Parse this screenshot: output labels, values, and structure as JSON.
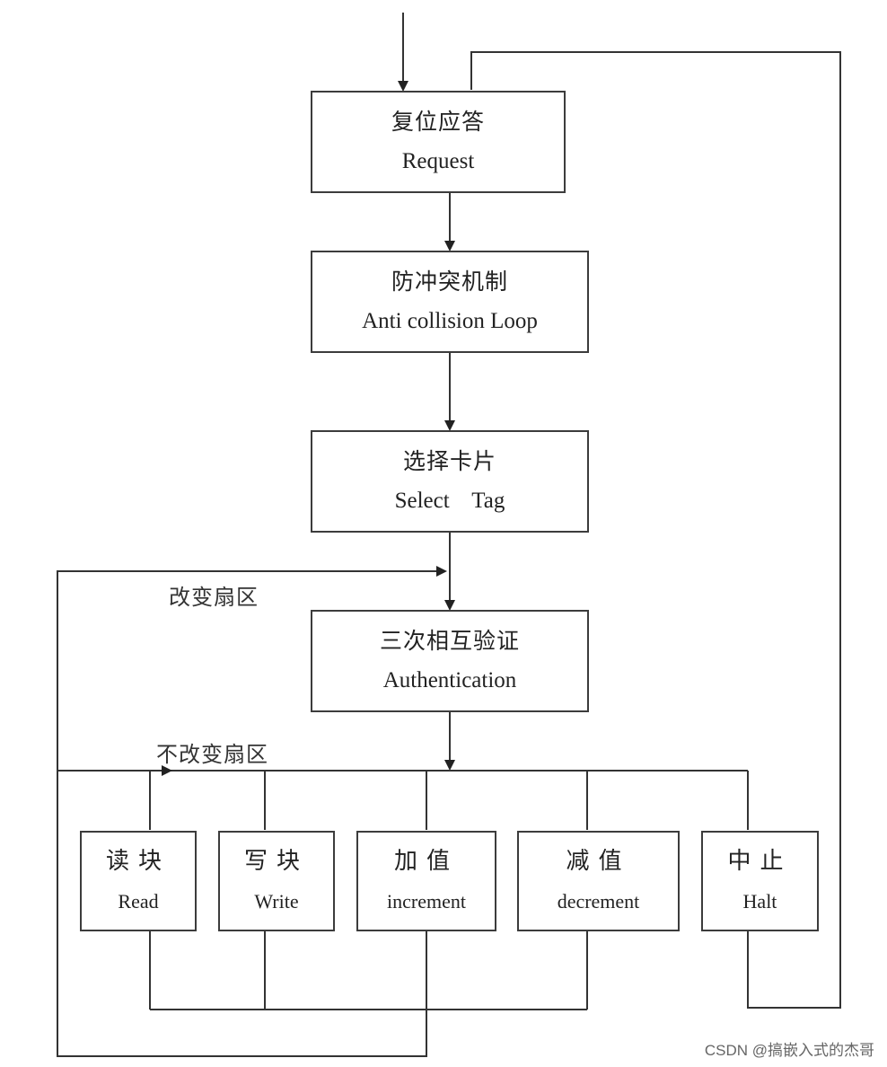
{
  "steps": {
    "request": {
      "cn": "复位应答",
      "en": "Request"
    },
    "anticollision": {
      "cn": "防冲突机制",
      "en": "Anti collision Loop"
    },
    "select": {
      "cn": "选择卡片",
      "en": "Select    Tag"
    },
    "auth": {
      "cn": "三次相互验证",
      "en": "Authentication"
    }
  },
  "operations": [
    {
      "cn": "读块",
      "en": "Read"
    },
    {
      "cn": "写块",
      "en": "Write"
    },
    {
      "cn": "加值",
      "en": "increment"
    },
    {
      "cn": "减值",
      "en": "decrement"
    },
    {
      "cn": "中止",
      "en": "Halt"
    }
  ],
  "labels": {
    "change_sector": "改变扇区",
    "no_change_sector": "不改变扇区"
  },
  "watermark": "CSDN @搞嵌入式的杰哥"
}
